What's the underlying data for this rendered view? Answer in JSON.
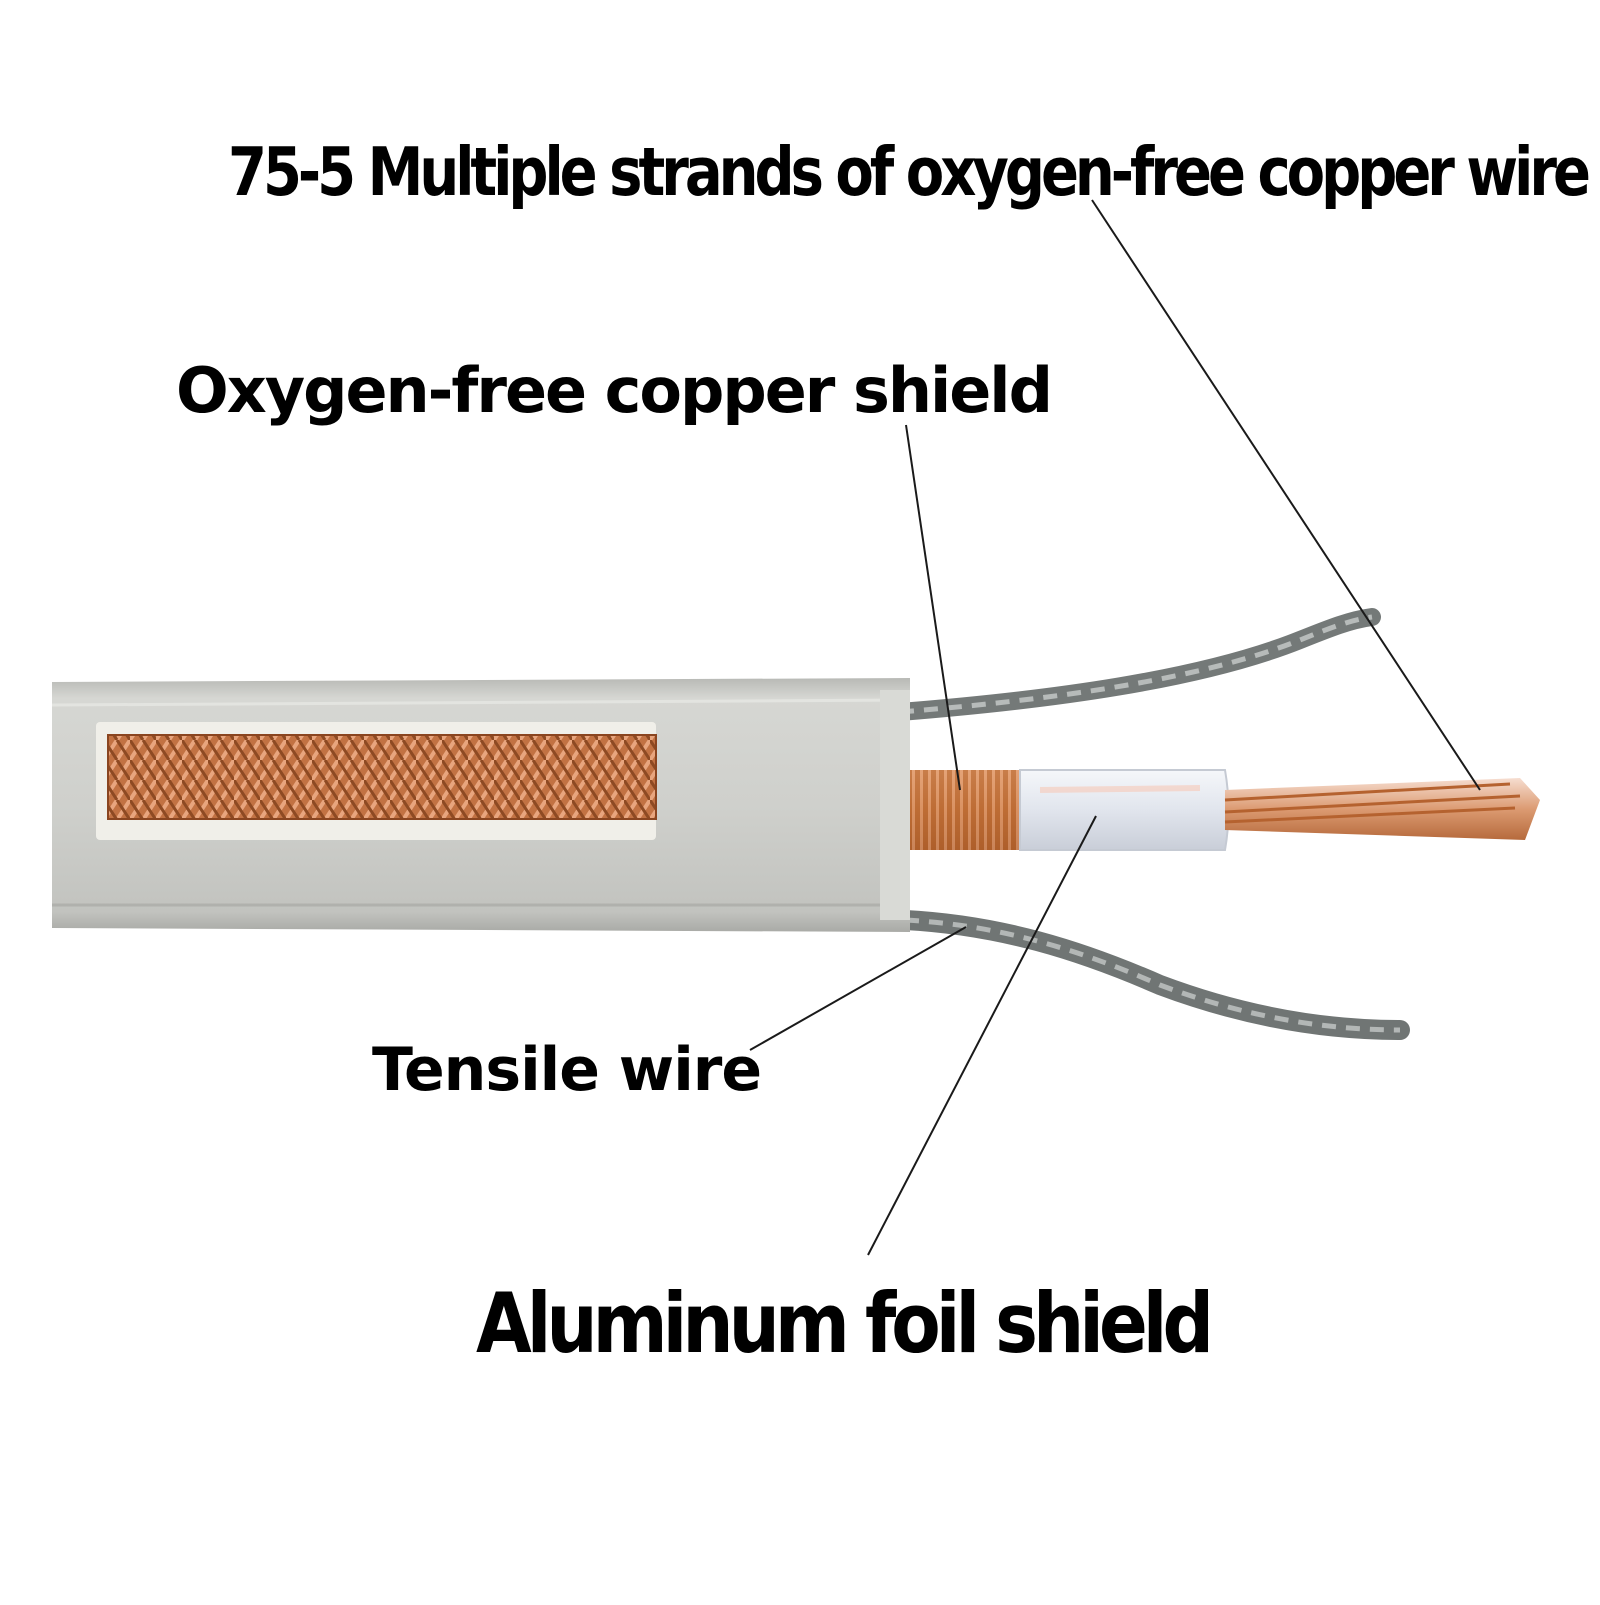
{
  "labels": {
    "core": "75-5 Multiple strands of oxygen-free copper wire",
    "copper_shield": "Oxygen-free copper shield",
    "tensile": "Tensile wire",
    "foil": "Aluminum foil shield"
  },
  "colors": {
    "background": "#ffffff",
    "jacket": "#c9cac6",
    "copper": "#c8763f",
    "foil": "#e3e7ee",
    "steel": "#7f8483",
    "text": "#000000"
  }
}
